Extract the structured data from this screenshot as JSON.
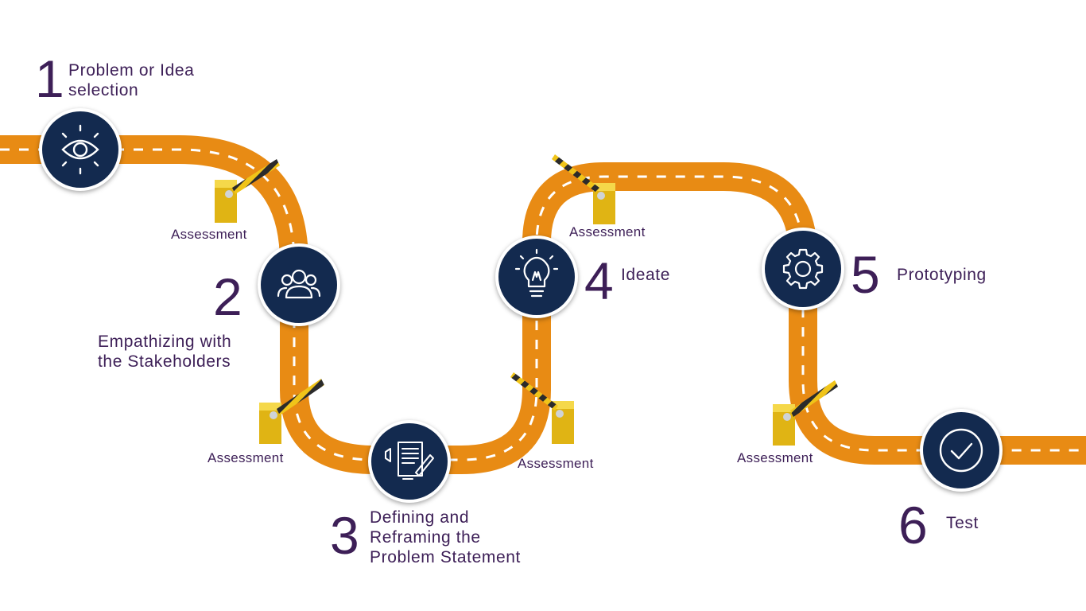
{
  "colors": {
    "road": "#e88b14",
    "road_dash": "#ffffff",
    "node_fill": "#132a4f",
    "text": "#3d1f57",
    "gate_yellow": "#f0c419",
    "gate_stripe": "#2b2b2b"
  },
  "steps": [
    {
      "number": "1",
      "label": "Problem or Idea\nselection",
      "icon": "eye-icon"
    },
    {
      "number": "2",
      "label": "Empathizing with\nthe Stakeholders",
      "icon": "people-icon"
    },
    {
      "number": "3",
      "label": "Defining and\nReframing the\nProblem Statement",
      "icon": "document-icon"
    },
    {
      "number": "4",
      "label": "Ideate",
      "icon": "lightbulb-icon"
    },
    {
      "number": "5",
      "label": "Prototyping",
      "icon": "gear-icon"
    },
    {
      "number": "6",
      "label": "Test",
      "icon": "checkmark-icon"
    }
  ],
  "assessments": [
    {
      "label": "Assessment"
    },
    {
      "label": "Assessment"
    },
    {
      "label": "Assessment"
    },
    {
      "label": "Assessment"
    },
    {
      "label": "Assessment"
    }
  ]
}
